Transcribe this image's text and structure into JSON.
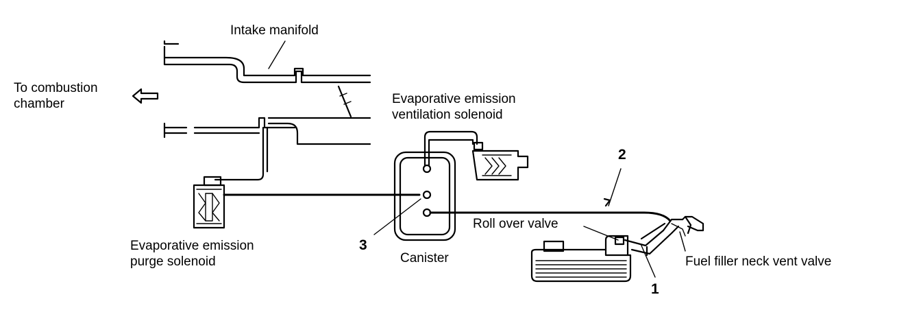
{
  "labels": {
    "intake_manifold": "Intake manifold",
    "to_combustion_line1": "To  combustion",
    "to_combustion_line2": "chamber",
    "ventilation_solenoid_line1": "Evaporative emission",
    "ventilation_solenoid_line2": "ventilation solenoid",
    "purge_solenoid_line1": "Evaporative emission",
    "purge_solenoid_line2": "purge solenoid",
    "canister": "Canister",
    "roll_over_valve": "Roll over valve",
    "fuel_filler_neck_vent_valve": "Fuel filler neck vent valve"
  },
  "callouts": {
    "n1": "1",
    "n2": "2",
    "n3": "3"
  }
}
